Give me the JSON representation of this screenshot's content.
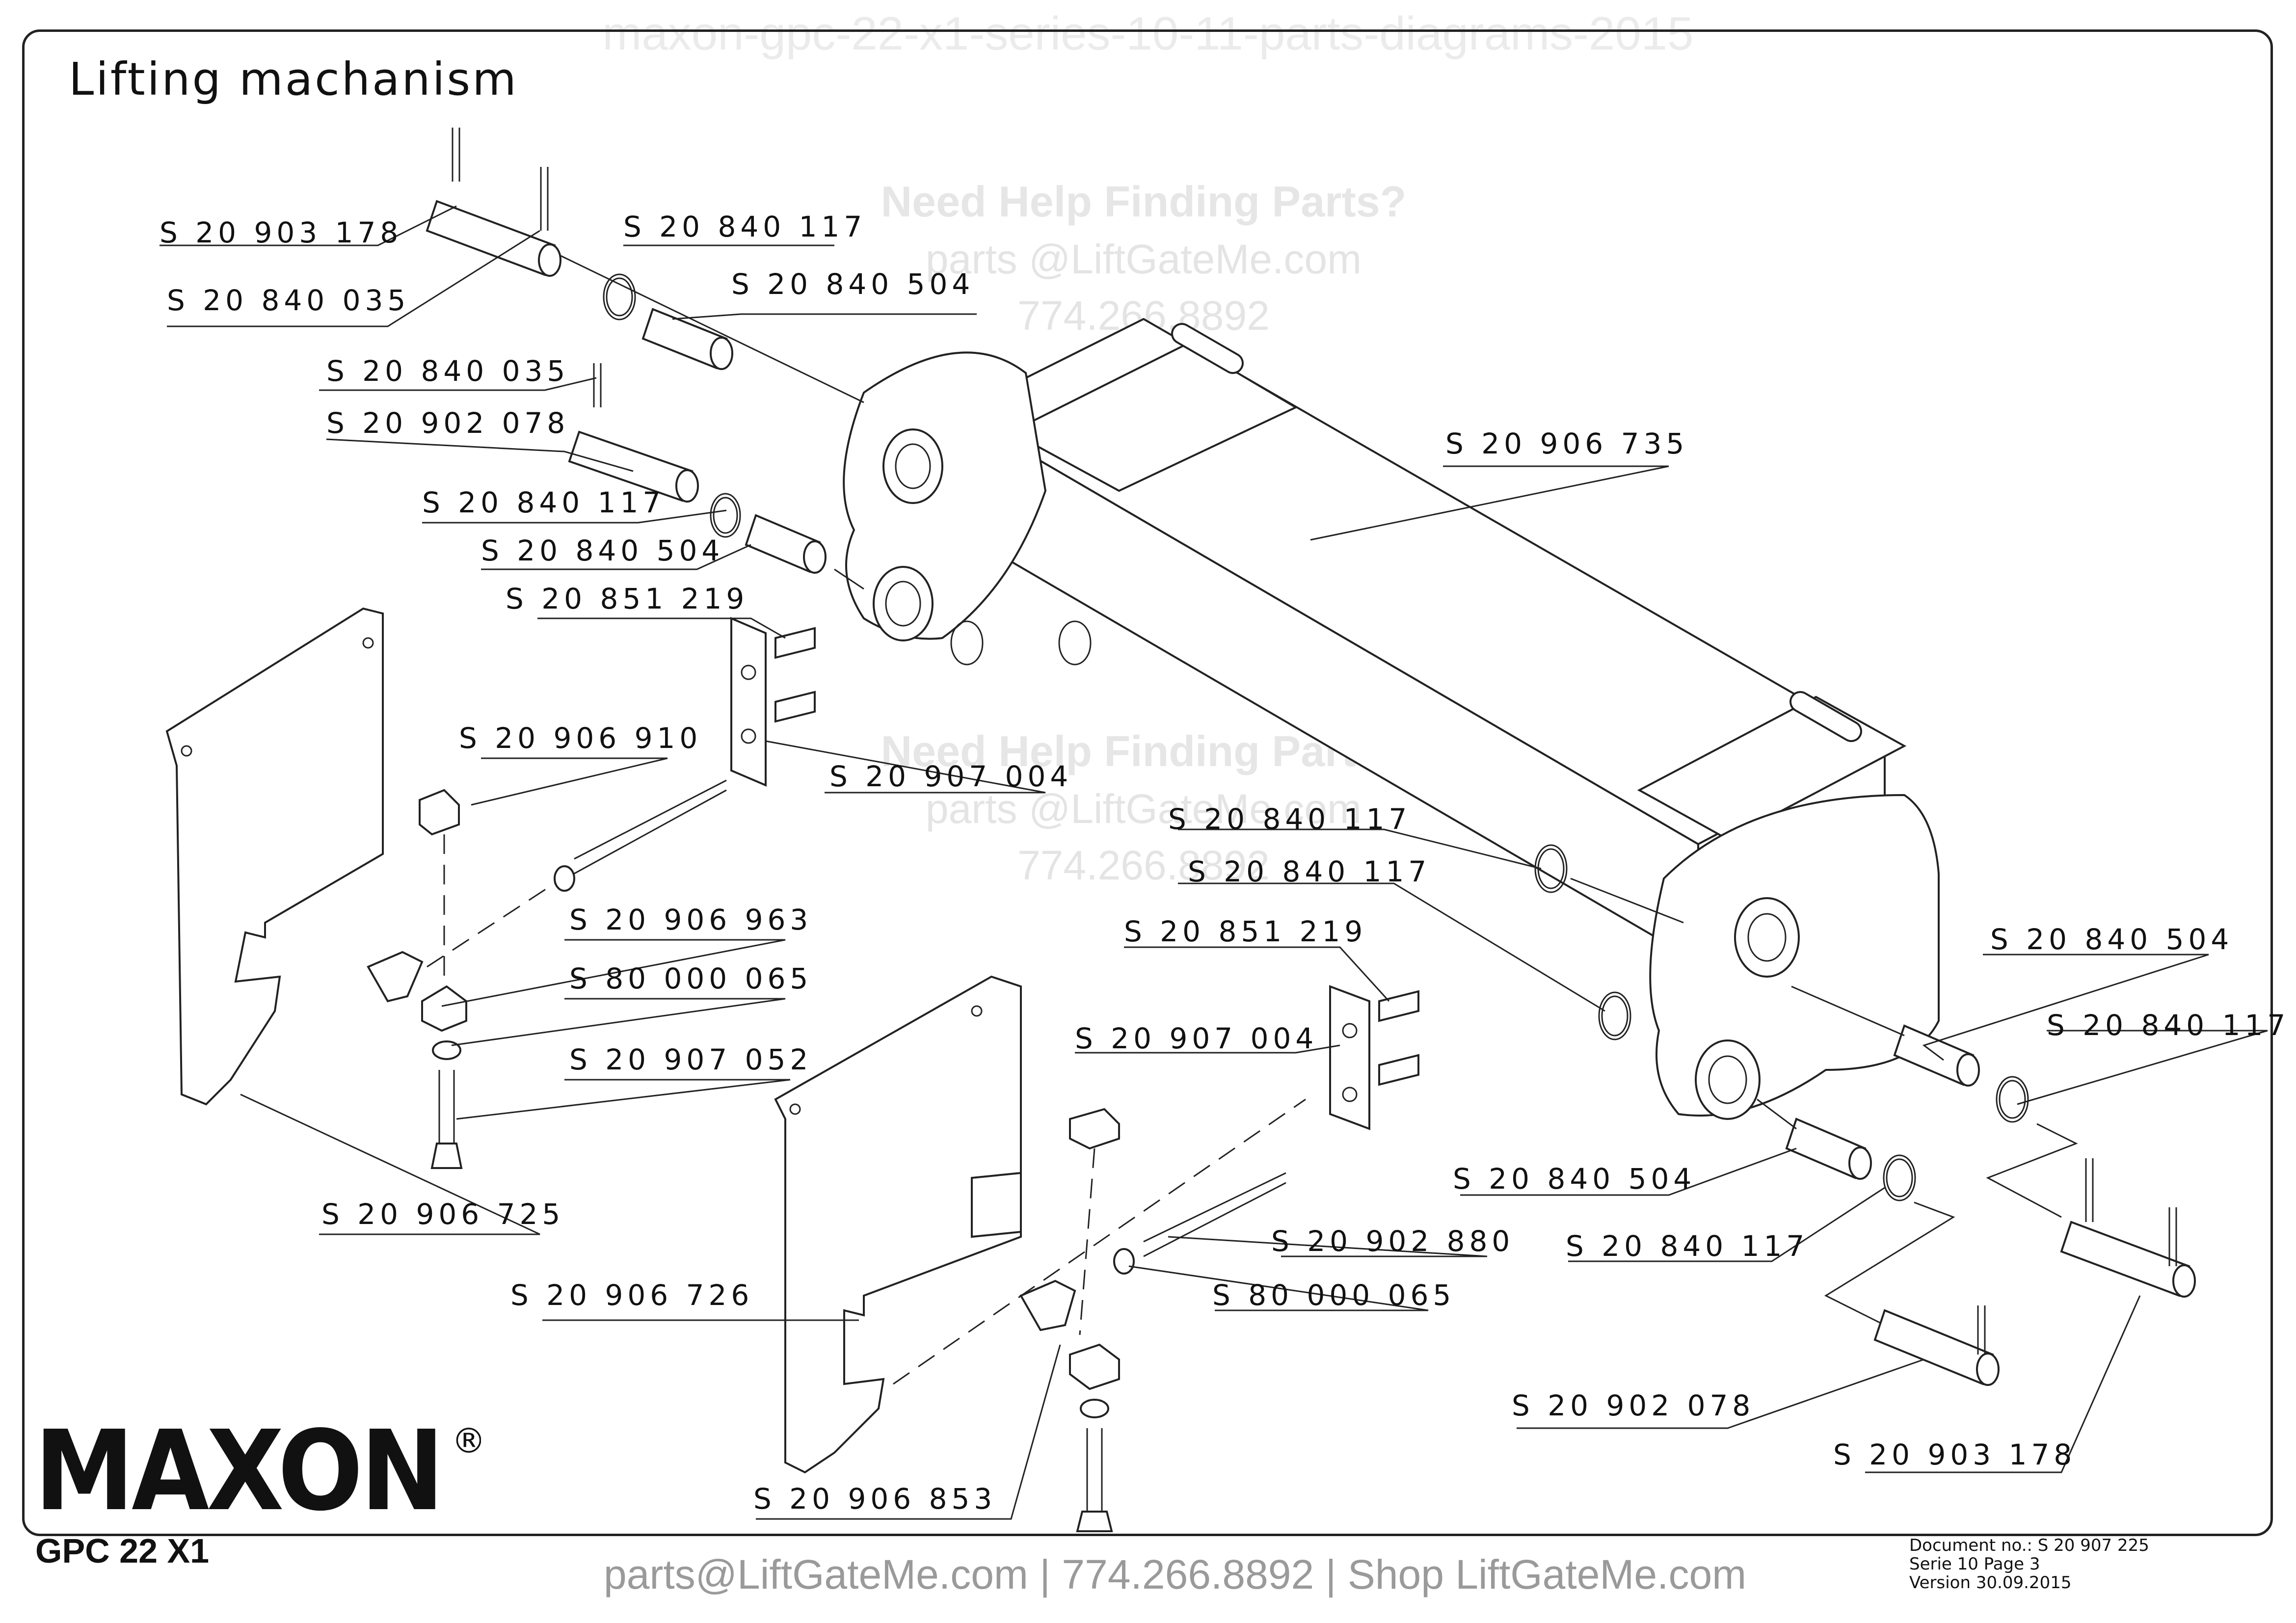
{
  "watermark_top": "maxon-gpc-22-x1-series-10-11-parts-diagrams-2015",
  "title": "Lifting machanism",
  "watermarks": [
    {
      "heading": "Need Help Finding Parts?",
      "email": "parts @LiftGateMe.com",
      "phone": "774.266.8892"
    },
    {
      "heading": "Need Help Finding Parts?",
      "email": "parts @LiftGateMe.com",
      "phone": "774.266.8892"
    }
  ],
  "part_labels": [
    "S 20 903 178",
    "S 20 840 035",
    "S 20 840 117",
    "S 20 840 504",
    "S 20 840 035",
    "S 20 902 078",
    "S 20 840 117",
    "S 20 840 504",
    "S 20 851 219",
    "S 20 906 735",
    "S 20 907 004",
    "S 20 906 910",
    "S 20 906 963",
    "S 80 000 065",
    "S 20 907 052",
    "S 20 906 725",
    "S 20 840 117",
    "S 20 840 117",
    "S 20 851 219",
    "S 20 907 004",
    "S 20 840 504",
    "S 20 840 117",
    "S 20 840 504",
    "S 20 902 880",
    "S 20 840 117",
    "S 20 906 726",
    "S 80 000 065",
    "S 20 902 078",
    "S 20 906 853",
    "S 20 903 178"
  ],
  "brand": {
    "logo_text": "MAXON",
    "registered_mark": "®",
    "model": "GPC 22 X1"
  },
  "footer": "parts@LiftGateMe.com | 774.266.8892 | Shop LiftGateMe.com",
  "document": {
    "doc_no": "Document no.:  S 20 907 225",
    "serie": "Serie 10 Page 3",
    "version": "Version  30.09.2015"
  }
}
